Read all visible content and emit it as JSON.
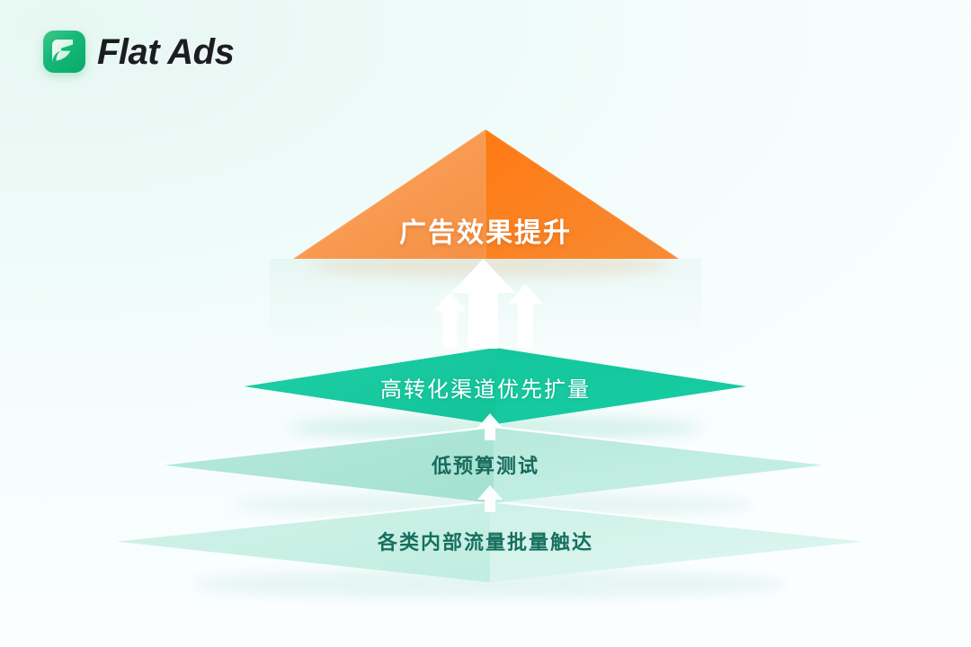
{
  "brand": {
    "name": "Flat Ads",
    "mark_icon": "flatads-leaf-logo-icon",
    "mark_color": "#13b877"
  },
  "background": {
    "color_start": "#e7f7f2",
    "color_end": "#fbfeff"
  },
  "diagram": {
    "type": "pyramid",
    "direction": "bottom-up",
    "arrow_icon": "up-arrow-icon",
    "layers": [
      {
        "id": "top",
        "level": 1,
        "label": "广告效果提升",
        "shape": "pyramid-apex",
        "fill_left": "#f6a25c",
        "fill_right": "#fb7f1f",
        "text_color": "#ffffff"
      },
      {
        "id": "level-2",
        "level": 2,
        "label": "高转化渠道优先扩量",
        "shape": "diamond",
        "fill_left": "#17c9a0",
        "fill_right": "#13c39a",
        "text_color": "#ffffff"
      },
      {
        "id": "level-3",
        "level": 3,
        "label": "低预算测试",
        "shape": "diamond",
        "fill_left": "#aee6d6",
        "fill_right": "#bdebdd",
        "text_color": "#176a5c"
      },
      {
        "id": "level-4",
        "level": 4,
        "label": "各类内部流量批量触达",
        "shape": "diamond",
        "fill_left": "#c7efe3",
        "fill_right": "#d2f2e9",
        "text_color": "#16705e"
      }
    ],
    "arrows": [
      {
        "id": "arrow-center-big",
        "size": "large",
        "color": "#ffffff"
      },
      {
        "id": "arrow-left-small",
        "size": "small",
        "color": "#ffffff"
      },
      {
        "id": "arrow-right-small",
        "size": "small",
        "color": "#ffffff"
      },
      {
        "id": "arrow-l2-to-l1",
        "size": "tiny",
        "color": "#ffffff"
      },
      {
        "id": "arrow-l3-to-l2",
        "size": "tiny",
        "color": "#ffffff"
      },
      {
        "id": "arrow-l4-to-l3",
        "size": "tiny",
        "color": "#ffffff"
      }
    ]
  }
}
